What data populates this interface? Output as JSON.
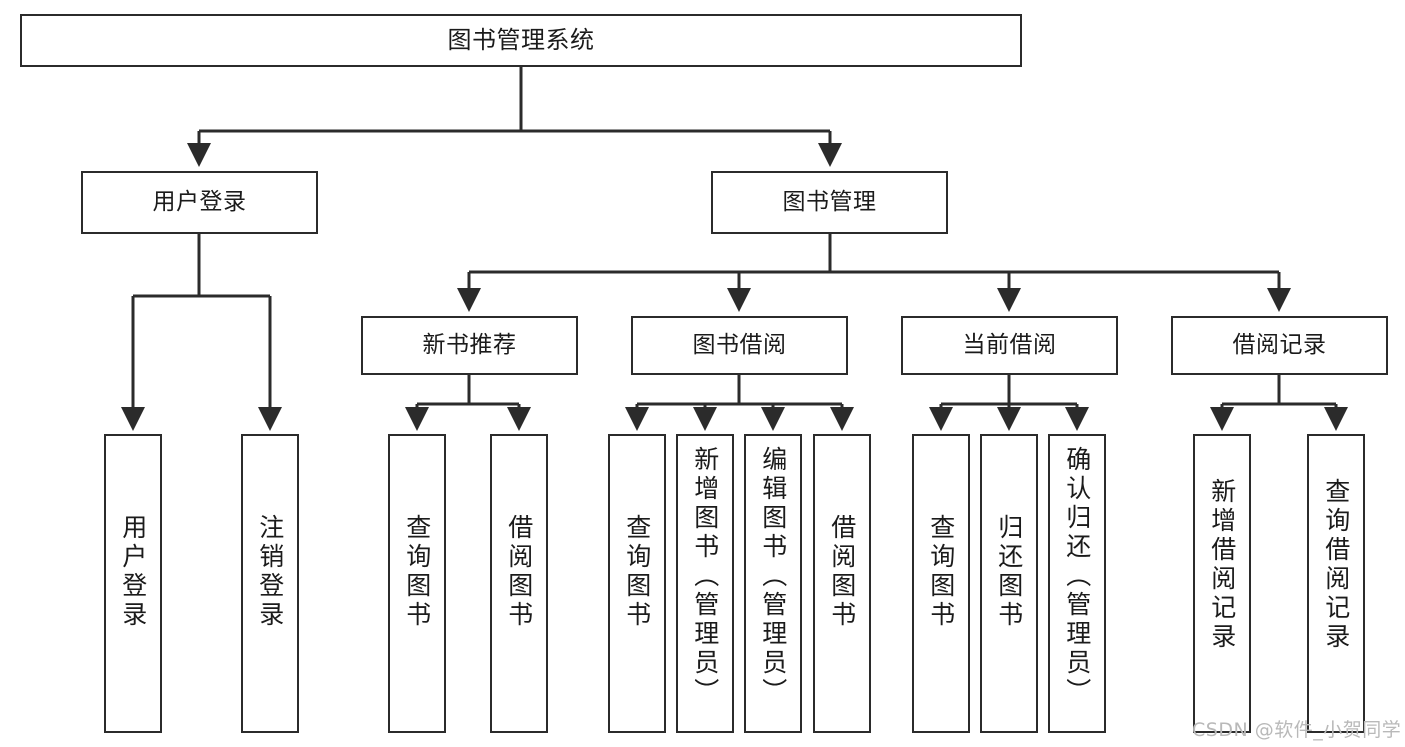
{
  "diagram": {
    "title": "图书管理系统",
    "type": "tree",
    "watermark": "CSDN @软件_小贺同学",
    "colors": {
      "node_border": "#2b2b2b",
      "node_fill": "#ffffff",
      "edge": "#2b2b2b",
      "background": "#ffffff",
      "watermark": "#b9b9b9"
    },
    "nodes": {
      "root": {
        "label": "图书管理系统"
      },
      "level2": [
        {
          "id": "user-login",
          "label": "用户登录"
        },
        {
          "id": "book-manage",
          "label": "图书管理"
        }
      ],
      "level3": [
        {
          "id": "new-book-recommend",
          "label": "新书推荐"
        },
        {
          "id": "book-borrow",
          "label": "图书借阅"
        },
        {
          "id": "current-borrow",
          "label": "当前借阅"
        },
        {
          "id": "borrow-record",
          "label": "借阅记录"
        }
      ],
      "leaves": [
        {
          "id": "leaf-user-login",
          "label": "用户登录",
          "parent": "user-login"
        },
        {
          "id": "leaf-logout",
          "label": "注销登录",
          "parent": "user-login"
        },
        {
          "id": "leaf-query-book-1",
          "label": "查询图书",
          "parent": "new-book-recommend"
        },
        {
          "id": "leaf-borrow-book-1",
          "label": "借阅图书",
          "parent": "new-book-recommend"
        },
        {
          "id": "leaf-query-book-2",
          "label": "查询图书",
          "parent": "book-borrow"
        },
        {
          "id": "leaf-add-book",
          "label": "新增图书（管理员）",
          "parent": "book-borrow"
        },
        {
          "id": "leaf-edit-book",
          "label": "编辑图书（管理员）",
          "parent": "book-borrow"
        },
        {
          "id": "leaf-borrow-book-2",
          "label": "借阅图书",
          "parent": "book-borrow"
        },
        {
          "id": "leaf-query-book-3",
          "label": "查询图书",
          "parent": "current-borrow"
        },
        {
          "id": "leaf-return-book",
          "label": "归还图书",
          "parent": "current-borrow"
        },
        {
          "id": "leaf-confirm-return",
          "label": "确认归还（管理员）",
          "parent": "current-borrow"
        },
        {
          "id": "leaf-add-record",
          "label": "新增借阅记录",
          "parent": "borrow-record"
        },
        {
          "id": "leaf-query-record",
          "label": "查询借阅记录",
          "parent": "borrow-record"
        }
      ]
    }
  }
}
